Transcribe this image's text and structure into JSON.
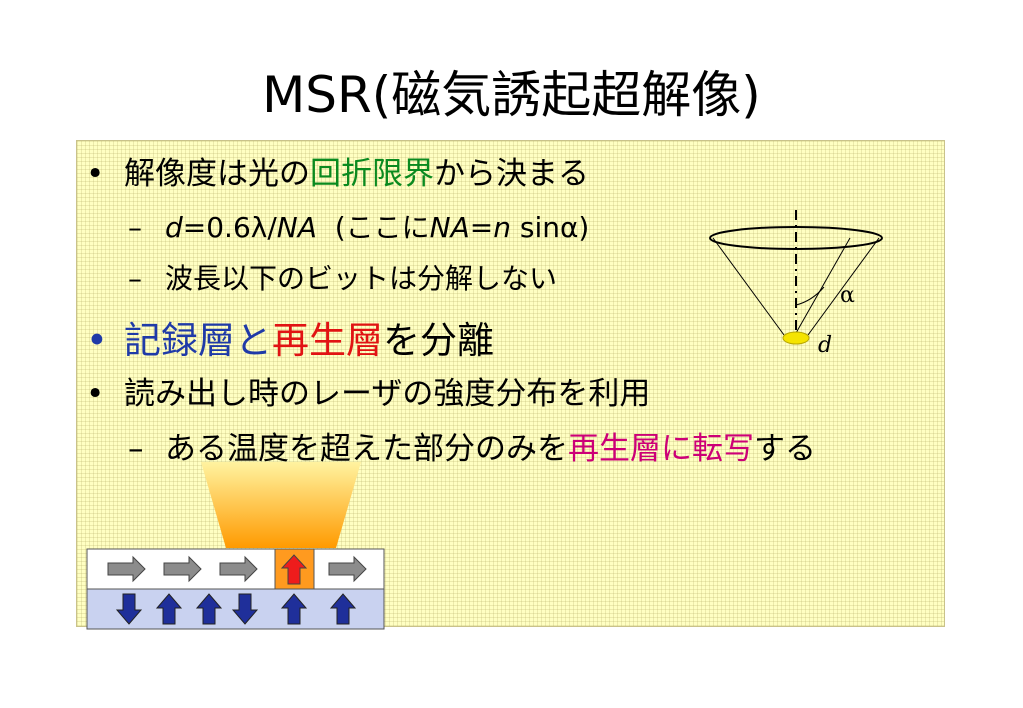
{
  "title": "MSR(磁気誘起超解像)",
  "bullets": {
    "b1": {
      "marker": "•",
      "pre": "解像度は光の",
      "highlight": "回折限界",
      "post": "から決まる",
      "highlight_color": "#0a8a1f"
    },
    "b1_sub1": {
      "marker": "–",
      "d": "d",
      "eq1": "=0.6λ/",
      "na1": "NA",
      "mid": "  (ここに",
      "na2": "NA",
      "eq2": "=",
      "n": "n",
      "tail": " sinα)"
    },
    "b1_sub2": {
      "marker": "–",
      "text": "波長以下のビットは分解しない"
    },
    "b2": {
      "marker": "•",
      "part1": "記録層と",
      "part2": "再生層",
      "part3": "を分離",
      "color1": "#1f3aa8",
      "color2": "#e11313"
    },
    "b3": {
      "marker": "•",
      "text": "読み出し時のレーザの強度分布を利用"
    },
    "b3_sub1": {
      "marker": "–",
      "pre": "ある温度を超えた部分のみを",
      "highlight": "再生層に転写",
      "post": "する",
      "highlight_color": "#cc0077"
    }
  },
  "cone_diagram": {
    "angle_label": "α",
    "diameter_label": "d",
    "spot_color": "#f5e400"
  },
  "layer_diagram": {
    "reproduction_layer_arrows": [
      "right-arrow",
      "right-arrow",
      "right-arrow",
      "up-arrow",
      "right-arrow"
    ],
    "recording_layer_arrows": [
      "down-arrow",
      "up-arrow",
      "up-arrow",
      "down-arrow",
      "up-arrow",
      "up-arrow"
    ],
    "colors": {
      "gray_arrow": "#8c8c8c",
      "red_arrow": "#ee1c1c",
      "blue_arrow": "#1f2f9a",
      "heated_cell": "#ff9a1f",
      "recording_layer": "#c9d2f0",
      "beam_top": "#fff3a0",
      "beam_bottom": "#ff9a00"
    }
  }
}
